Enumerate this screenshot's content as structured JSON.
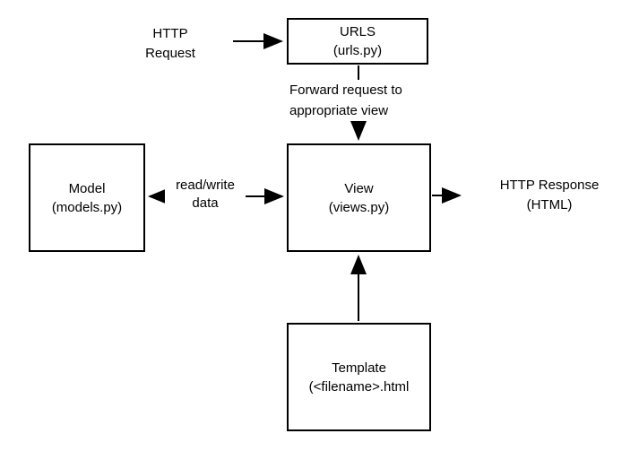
{
  "diagram": {
    "description": "Django MVT request flow diagram",
    "colors": {
      "stroke": "#000000",
      "box_fill": "#ffffff",
      "background": "#ffffff",
      "text": "#000000"
    },
    "boxes": {
      "urls": {
        "line1": "URLS",
        "line2": "(urls.py)"
      },
      "model": {
        "line1": "Model",
        "line2": "(models.py)"
      },
      "view": {
        "line1": "View",
        "line2": "(views.py)"
      },
      "template": {
        "line1": "Template",
        "line2": "(<filename>.html"
      }
    },
    "labels": {
      "http_request": {
        "line1": "HTTP",
        "line2": "Request"
      },
      "forward": {
        "line1": "Forward request to",
        "line2": "appropriate view"
      },
      "read_write": {
        "line1": "read/write",
        "line2": "data"
      },
      "http_response": {
        "line1": "HTTP Response",
        "line2": "(HTML)"
      }
    },
    "arrows": [
      {
        "from": "HTTP Request label",
        "to": "URLS box",
        "heads": "end",
        "label": ""
      },
      {
        "from": "URLS box",
        "to": "View box",
        "heads": "end",
        "label": "Forward request to appropriate view"
      },
      {
        "from": "Model box",
        "to": "View box",
        "heads": "both",
        "label": "read/write data"
      },
      {
        "from": "View box",
        "to": "HTTP Response label",
        "heads": "end",
        "label": ""
      },
      {
        "from": "Template box",
        "to": "View box",
        "heads": "end",
        "label": ""
      }
    ]
  }
}
